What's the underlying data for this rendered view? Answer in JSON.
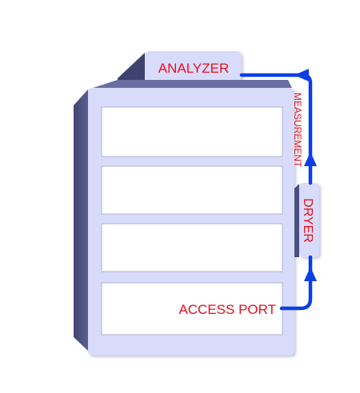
{
  "labels": {
    "analyzer": "ANALYZER",
    "measurement": "MEASUREMENT",
    "dryer": "DRYER",
    "access_port": "ACCESS PORT"
  },
  "colors": {
    "panel_face": "#d9dbfb",
    "panel_side": "#4a4f7e",
    "panel_top": "#5b6090",
    "drawer_fill": "#ffffff",
    "drawer_stroke": "#b9bbdb",
    "pipe": "#0a3fe6",
    "label_text": "#e8101c"
  },
  "drawers": [
    {
      "id": "drawer-1"
    },
    {
      "id": "drawer-2"
    },
    {
      "id": "drawer-3"
    },
    {
      "id": "drawer-4"
    }
  ]
}
